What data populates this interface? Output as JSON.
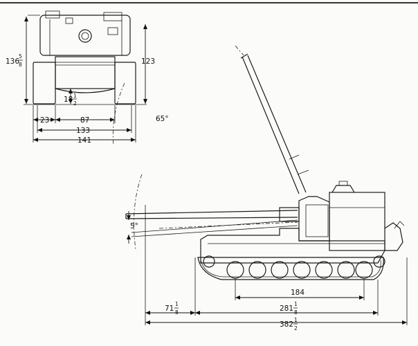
{
  "front_view": {
    "height_whole": "136",
    "height_num": "5",
    "height_den": "8",
    "hull_height": "123",
    "clearance_whole": "18",
    "clearance_num": "1",
    "clearance_den": "2",
    "track_width": "23",
    "inner_width": "87",
    "track_span": "133",
    "overall_width": "141"
  },
  "side_view": {
    "max_elevation": "65°",
    "depression": "5°",
    "wheelbase": "184",
    "overhang_whole": "71",
    "overhang_num": "1",
    "overhang_den": "8",
    "hull_length_whole": "281",
    "hull_length_num": "1",
    "hull_length_den": "8",
    "overall_length_whole": "382",
    "overall_length_num": "1",
    "overall_length_den": "2"
  }
}
